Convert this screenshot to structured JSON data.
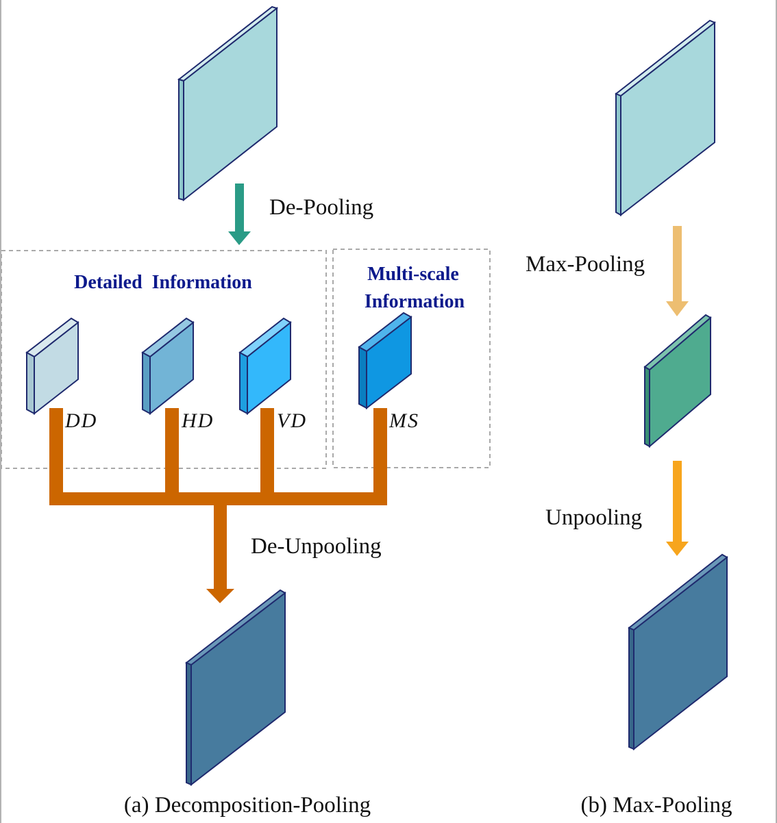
{
  "panel_a": {
    "caption": "(a) Decomposition-Pooling",
    "step_pool": "De-Pooling",
    "step_unpool": "De-Unpooling",
    "group_detailed": "Detailed  Information",
    "group_multiscale_line1": "Multi-scale",
    "group_multiscale_line2": "Information",
    "tag_dd": "DD",
    "tag_hd": "HD",
    "tag_vd": "VD",
    "tag_ms": "MS"
  },
  "panel_b": {
    "caption": "(b) Max-Pooling",
    "step_pool": "Max-Pooling",
    "step_unpool": "Unpooling"
  },
  "colors": {
    "input_map": "#a8d8dc",
    "output_map": "#477b9e",
    "dd_map": "#c2dbe4",
    "hd_map": "#72b4d6",
    "vd_map": "#33b8fb",
    "ms_map": "#0f97e2",
    "pooled_map": "#4fab8f",
    "depool_arrow": "#2a9b86",
    "connector": "#cc6600",
    "maxpool_arrow": "#edbe71",
    "unpool_arrow": "#f7a51d",
    "group_text": "#0d1a8c"
  }
}
